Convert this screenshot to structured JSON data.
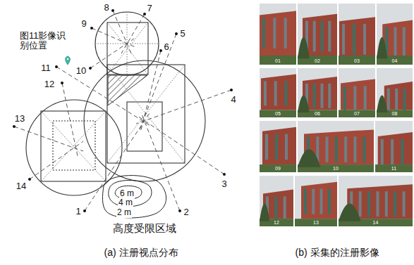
{
  "diagram": {
    "nodes": [
      {
        "text": [
          "01"
        ]
      },
      {
        "text": [
          "02"
        ]
      },
      {
        "text": [
          "03"
        ]
      },
      {
        "text": [
          "04"
        ]
      },
      {
        "text": [
          "05"
        ]
      },
      {
        "text": [
          "06"
        ]
      },
      {
        "text": [
          "07"
        ]
      },
      {
        "text": [
          "08"
        ]
      },
      {
        "text": [
          "09"
        ]
      },
      {
        "text": [
          "10"
        ]
      },
      {
        "text": [
          "11"
        ]
      },
      {
        "text": [
          "12"
        ]
      },
      {
        "text": [
          "13"
        ]
      },
      {
        "text": [
          "14"
        ]
      }
    ],
    "labels": [
      "图11影像识别位置",
      "1",
      "2",
      "3",
      "4",
      "5",
      "6",
      "7",
      "8",
      "9",
      "10",
      "11",
      "12",
      "13",
      "14",
      "6 m",
      "4 m",
      "2 m",
      "高度受限区域",
      "(a) 注册视点分布",
      "(b) 采集的注册影像"
    ]
  }
}
